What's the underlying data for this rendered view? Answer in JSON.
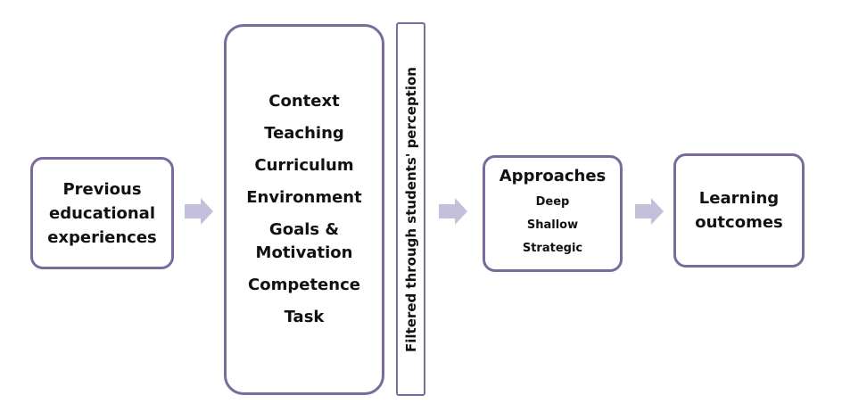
{
  "colors": {
    "border": "#7b6b9c",
    "arrow": "#c4bfda"
  },
  "boxes": {
    "previous": {
      "label": "Previous educational experiences"
    },
    "factors": {
      "items": [
        "Context",
        "Teaching",
        "Curriculum",
        "Environment",
        "Goals & Motivation",
        "Competence",
        "Task"
      ]
    },
    "filter": {
      "label": "Filtered through students' perception"
    },
    "approaches": {
      "title": "Approaches",
      "items": [
        "Deep",
        "Shallow",
        "Strategic"
      ]
    },
    "outcomes": {
      "label": "Learning outcomes"
    }
  },
  "icons": [
    "arrow-right-icon",
    "arrow-right-icon",
    "arrow-right-icon"
  ]
}
